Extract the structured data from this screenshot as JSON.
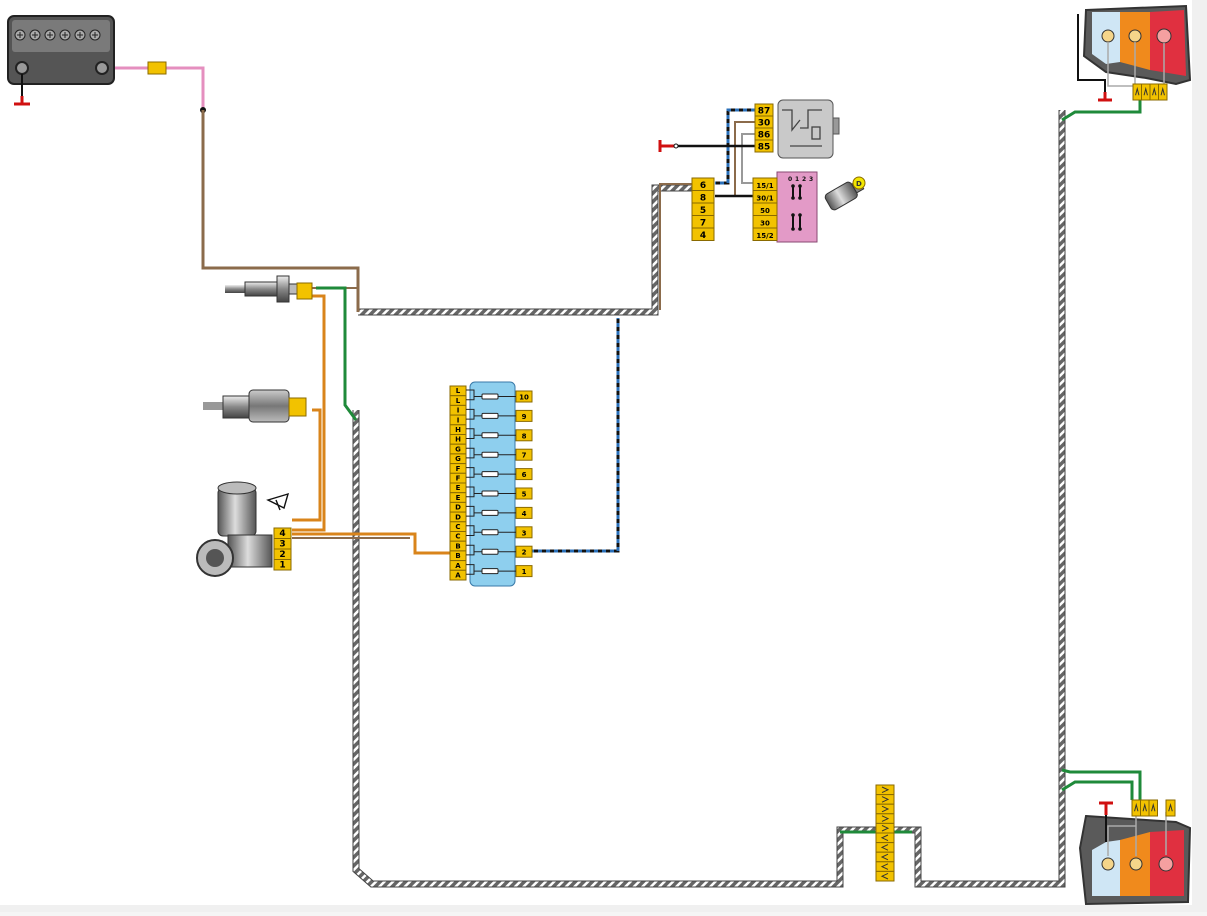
{
  "colors": {
    "background": "#ffffff",
    "page_border": "#f0f0f0",
    "harness_fill": "#666666",
    "harness_stripe": "#ffffff",
    "wire_brown": "#8b6b4b",
    "wire_pink": "#e58fbf",
    "wire_green": "#1f8a3a",
    "wire_orange": "#d9841b",
    "wire_black": "#111111",
    "wire_blue": "#2a6fb8",
    "connector_yellow": "#f2c200",
    "connector_border": "#8a6a00",
    "fuse_box": "#8ecfee",
    "ignition_switch": "#e39ac7",
    "relay_body": "#c9c9c9",
    "lamp_white": "#cfe6f5",
    "lamp_orange": "#f08a1c",
    "lamp_red": "#e03040",
    "lamp_housing": "#5a5a5a",
    "ground_symbol": "#d01010"
  },
  "icons": {
    "battery": "battery-icon",
    "spark_plug": "spark-plug-icon",
    "temp_sensor": "temperature-sensor-icon",
    "wiper_motor": "wiper-motor-icon",
    "wiper_symbol": "wiper-symbol-icon",
    "key": "ignition-key-icon",
    "ground": "ground-icon",
    "relay_switch": "relay-contact-icon"
  },
  "relay": {
    "pins": [
      "87",
      "30",
      "86",
      "85"
    ]
  },
  "harness_connector": {
    "pins": [
      "6",
      "8",
      "5",
      "7",
      "4"
    ]
  },
  "ignition_switch": {
    "pins": [
      "15/1",
      "30/1",
      "50",
      "30",
      "15/2"
    ],
    "positions": [
      "0",
      "1",
      "2",
      "3"
    ]
  },
  "fuse_box": {
    "left_pins": [
      "L",
      "L",
      "I",
      "I",
      "H",
      "H",
      "G",
      "G",
      "F",
      "F",
      "E",
      "E",
      "D",
      "D",
      "C",
      "C",
      "B",
      "B",
      "A",
      "A"
    ],
    "fuse_numbers": [
      "10",
      "9",
      "8",
      "7",
      "6",
      "5",
      "4",
      "3",
      "2",
      "1"
    ]
  },
  "wiper_connector": {
    "pins": [
      "4",
      "3",
      "2",
      "1"
    ]
  },
  "ignition_key_letter": "D"
}
